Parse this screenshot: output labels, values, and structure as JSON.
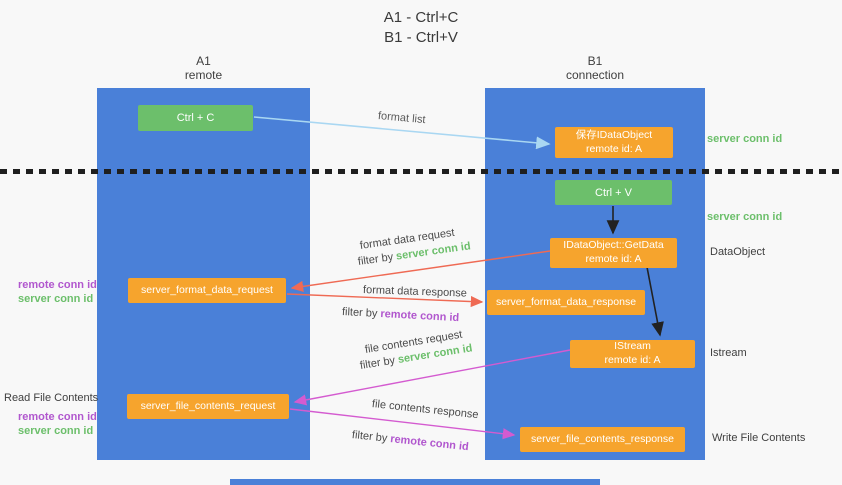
{
  "title": {
    "line1": "A1 - Ctrl+C",
    "line2": "B1 - Ctrl+V"
  },
  "lanes": {
    "a": {
      "name": "A1",
      "role": "remote"
    },
    "b": {
      "name": "B1",
      "role": "connection"
    }
  },
  "boxes": {
    "ctrl_c": {
      "label": "Ctrl + C"
    },
    "save_dataobject": {
      "line1": "保存IDataObject",
      "line2": "remote id: A"
    },
    "ctrl_v": {
      "label": "Ctrl + V"
    },
    "getdata": {
      "line1": "IDataObject::GetData",
      "line2": "remote id: A"
    },
    "format_request": {
      "label": "server_format_data_request"
    },
    "format_response": {
      "label": "server_format_data_response"
    },
    "istream": {
      "line1": "IStream",
      "line2": "remote id: A"
    },
    "file_request": {
      "label": "server_file_contents_request"
    },
    "file_response": {
      "label": "server_file_contents_response"
    }
  },
  "arrow_labels": {
    "format_list": "format list",
    "format_data_request": "format data request",
    "format_data_response": "format data response",
    "file_contents_request": "file contents request",
    "file_contents_response": "file contents response",
    "filter_by": "filter by",
    "server_conn_id": "server conn id",
    "remote_conn_id": "remote conn id"
  },
  "side_labels": {
    "right_server_conn_1": "server conn id",
    "right_server_conn_2": "server conn id",
    "dataobject": "DataObject",
    "istream": "Istream",
    "write_file": "Write File Contents",
    "read_file": "Read File Contents",
    "left_mid_remote": "remote conn id",
    "left_mid_server": "server conn id",
    "left_bottom_remote": "remote conn id",
    "left_bottom_server": "server conn id"
  },
  "colors": {
    "lane_blue": "#4a80d8",
    "box_green": "#6cbf6b",
    "box_orange": "#f6a42d",
    "arrow_blue": "#a9d7f2",
    "arrow_red": "#ef6a54",
    "arrow_pink": "#d45bd0",
    "arrow_black": "#222222",
    "text_green": "#6cbf6b",
    "text_purple": "#b157ce",
    "text_dark": "#3f3f3f"
  }
}
